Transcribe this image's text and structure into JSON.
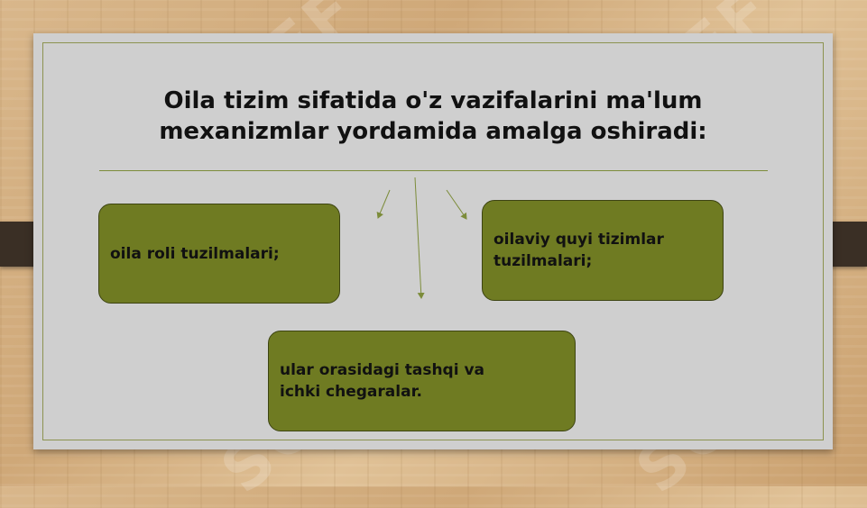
{
  "slide": {
    "title_line1": "Oila tizim sifatida o'z vazifalarini ma'lum",
    "title_line2": "mexanizmlar yordamida amalga oshiradi:"
  },
  "boxes": [
    {
      "line1": "oila roli tuzilmalari;",
      "line2": ""
    },
    {
      "line1": "oilaviy quyi tizimlar",
      "line2": "tuzilmalari;"
    },
    {
      "line1": "ular orasidagi tashqi va",
      "line2": "ichki chegaralar."
    }
  ],
  "watermark": {
    "text": "SOFF"
  },
  "colors": {
    "box_fill": "#6f7b22",
    "panel": "#cfcfcf",
    "accent_line": "#7c8c3a",
    "clip": "#3a2f25"
  }
}
